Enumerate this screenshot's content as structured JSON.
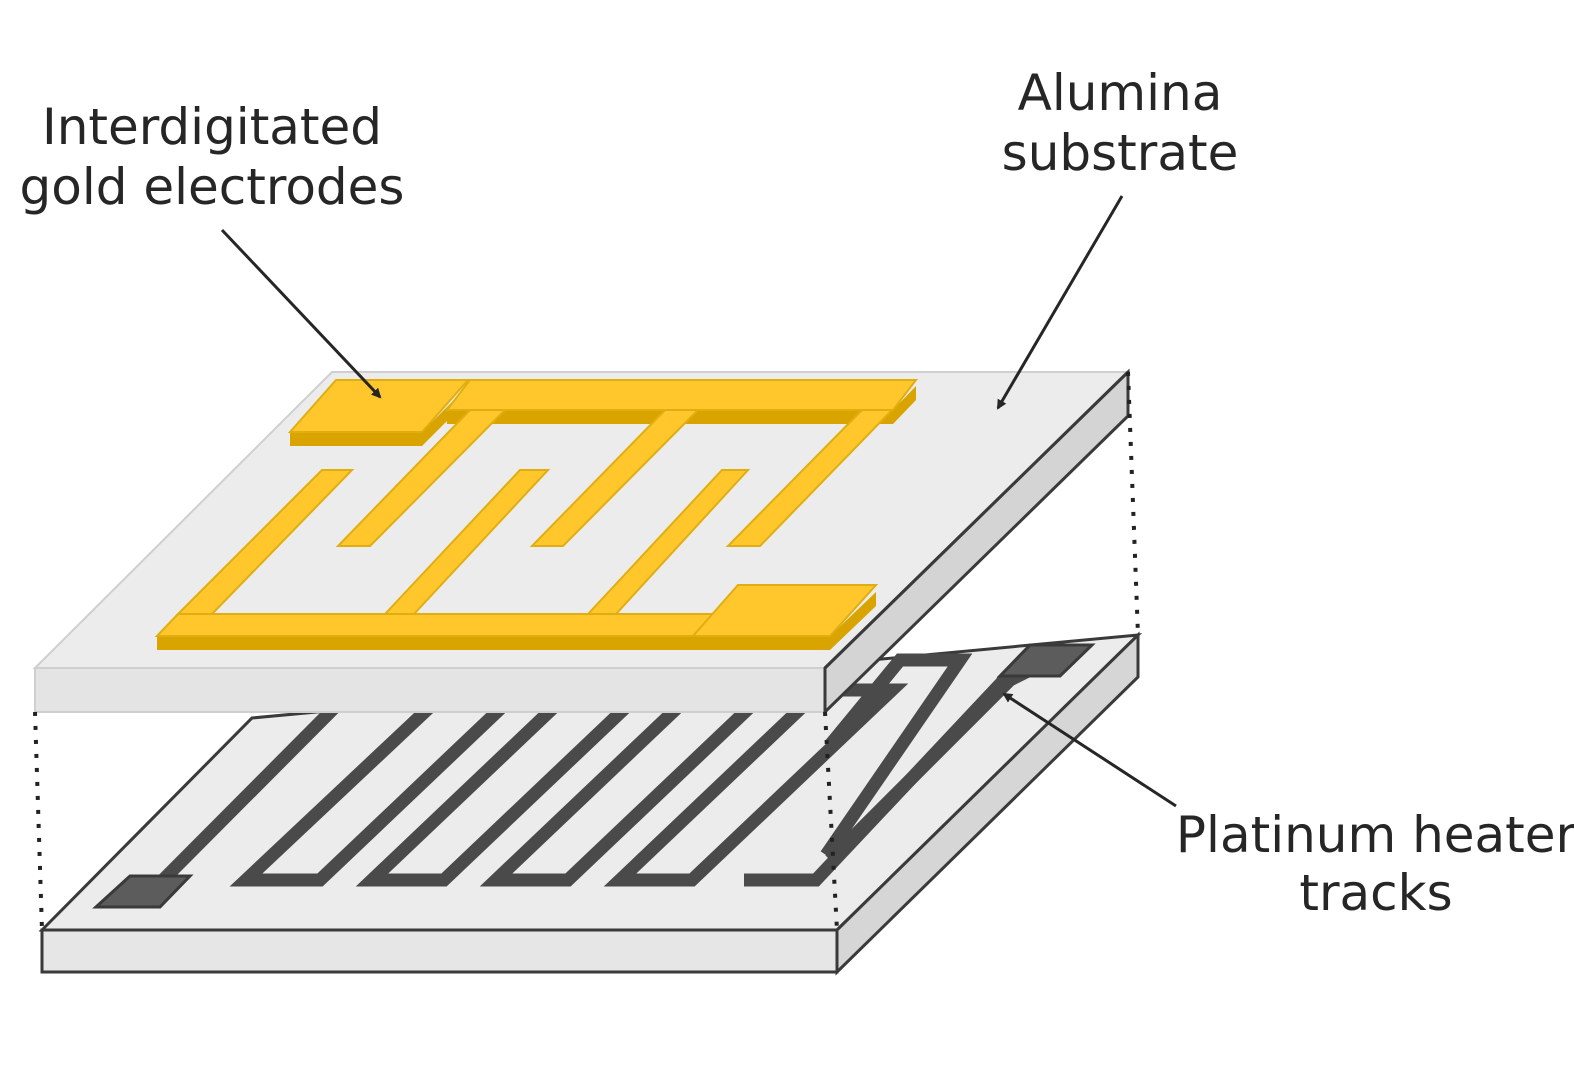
{
  "labels": {
    "electrodes": [
      "Interdigitated",
      "gold electrodes"
    ],
    "substrate": [
      "Alumina",
      "substrate"
    ],
    "heater": [
      "Platinum heater",
      "tracks"
    ]
  },
  "colors": {
    "substrate_top": "#ececec",
    "substrate_side": "#d4d4d4",
    "outline": "#3a3a3a",
    "gold_top": "#ffc72c",
    "gold_side": "#d9a400",
    "platinum": "#4a4a4a",
    "platinum_pad": "#5c5c5c",
    "text": "#262626"
  }
}
